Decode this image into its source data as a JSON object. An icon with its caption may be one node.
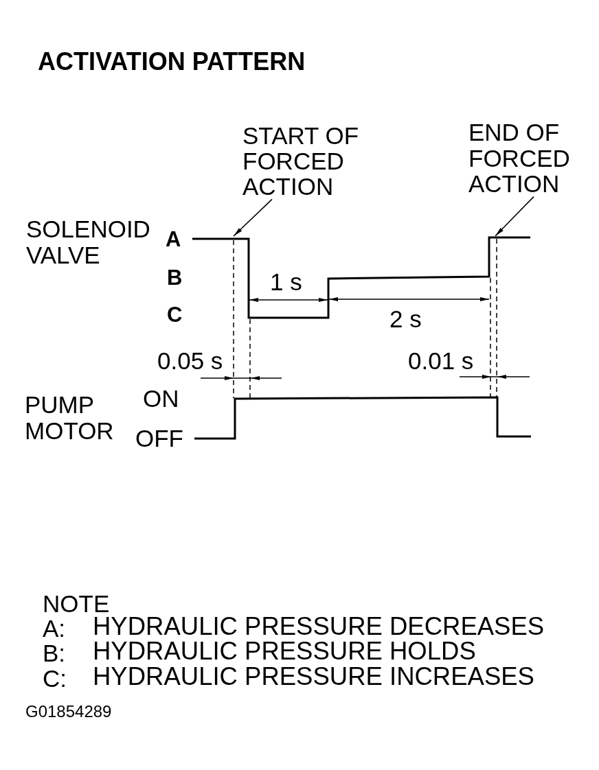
{
  "diagram": {
    "title": "ACTIVATION PATTERN",
    "nodes": [
      {
        "text": [
          "START OF FORCED ACTION"
        ]
      },
      {
        "text": [
          "END OF FORCED ACTION"
        ]
      },
      {
        "text": [],
        "shape": "line"
      }
    ],
    "edges": [
      {
        "from": 0,
        "to": 2,
        "arrow": "to"
      },
      {
        "from": 1,
        "to": 2,
        "arrow": "to"
      }
    ],
    "labels": [
      "SOLENOID VALVE",
      "A",
      "B",
      "C",
      "1 s",
      "2 s",
      "0.05 s",
      "0.01 s",
      "PUMP MOTOR",
      "ON",
      "OFF",
      "NOTE",
      "A:",
      "HYDRAULIC PRESSURE DECREASES",
      "B:",
      "HYDRAULIC PRESSURE HOLDS",
      "C:",
      "HYDRAULIC PRESSURE INCREASES",
      "G01854289"
    ]
  }
}
